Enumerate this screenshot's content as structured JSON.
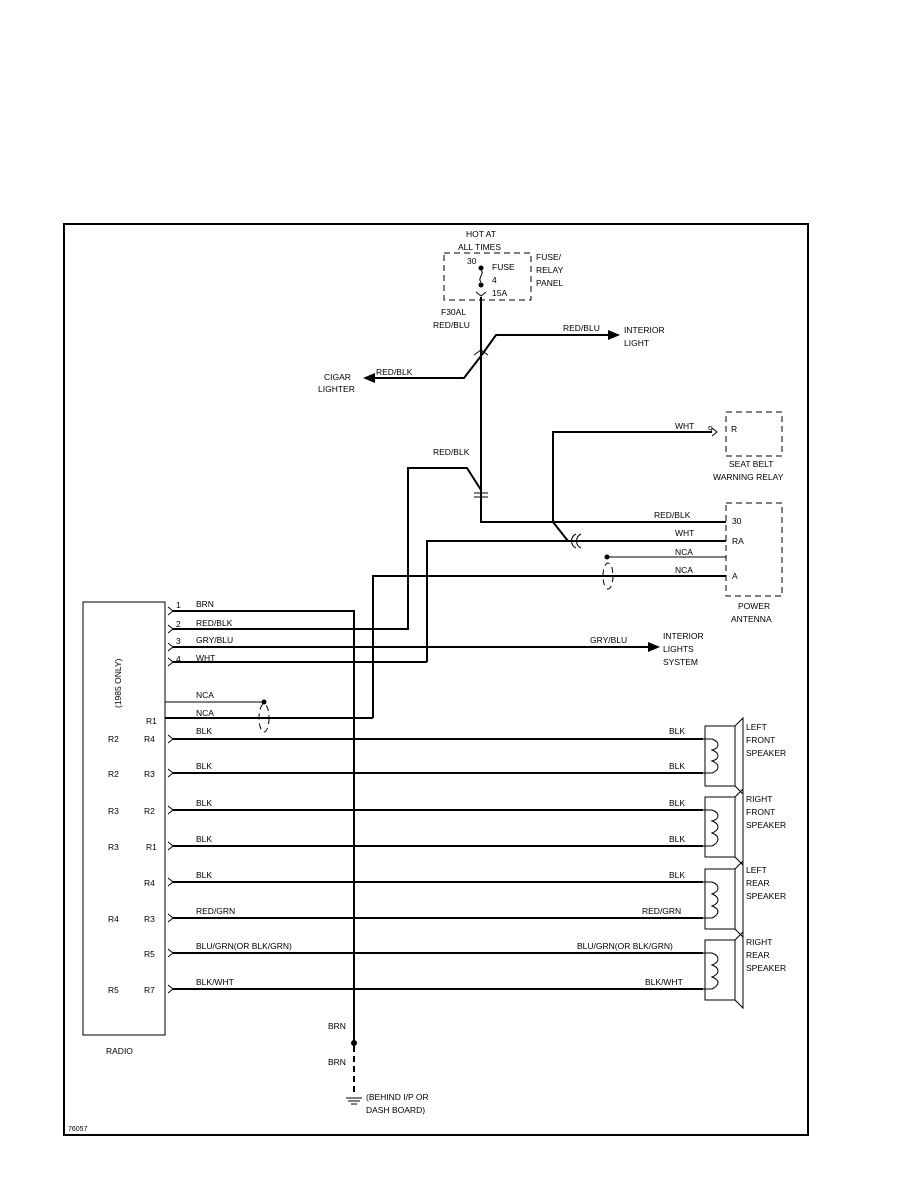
{
  "header": {
    "hot": [
      "HOT AT",
      "ALL TIMES"
    ],
    "fuse_panel": [
      "FUSE/",
      "RELAY",
      "PANEL"
    ],
    "fuse_terminal": "30",
    "fuse_label": [
      "FUSE",
      "4",
      "15A"
    ],
    "f30al": "F30AL",
    "main_wire": "RED/BLU"
  },
  "branches": {
    "interior_light": {
      "wire": "RED/BLU",
      "label": [
        "INTERIOR",
        "LIGHT"
      ]
    },
    "cigar_lighter": {
      "wire": "RED/BLK",
      "label": [
        "CIGAR",
        "LIGHTER"
      ]
    },
    "red_blk_splice": "RED/BLK"
  },
  "seat_belt": {
    "wire": "WHT",
    "pin": "9",
    "terminal": "R",
    "label": [
      "SEAT BELT",
      "WARNING RELAY"
    ]
  },
  "antenna": {
    "wires": [
      "RED/BLK",
      "WHT",
      "NCA",
      "NCA"
    ],
    "terminals": [
      "30",
      "RA",
      "",
      "A"
    ],
    "label": [
      "POWER",
      "ANTENNA"
    ]
  },
  "radio": {
    "label": "RADIO",
    "note": "(1985 ONLY)",
    "pins": [
      {
        "num": "1",
        "wire": "BRN"
      },
      {
        "num": "2",
        "wire": "RED/BLK"
      },
      {
        "num": "3",
        "wire": "GRY/BLU"
      },
      {
        "num": "4",
        "wire": "WHT"
      }
    ],
    "nca": [
      "NCA",
      "NCA"
    ],
    "r1": "R1"
  },
  "interior_lights_system": {
    "wire": "GRY/BLU",
    "label": [
      "INTERIOR",
      "LIGHTS",
      "SYSTEM"
    ]
  },
  "speaker_rows": [
    {
      "left_code": "R2",
      "right_code": "R4",
      "wire": "BLK",
      "end_wire": "BLK"
    },
    {
      "left_code": "R2",
      "right_code": "R3",
      "wire": "BLK",
      "end_wire": "BLK"
    },
    {
      "left_code": "R3",
      "right_code": "R2",
      "wire": "BLK",
      "end_wire": "BLK"
    },
    {
      "left_code": "R3",
      "right_code": "R1",
      "wire": "BLK",
      "end_wire": "BLK"
    },
    {
      "left_code": "",
      "right_code": "R4",
      "wire": "BLK",
      "end_wire": "BLK"
    },
    {
      "left_code": "R4",
      "right_code": "R3",
      "wire": "RED/GRN",
      "end_wire": "RED/GRN"
    },
    {
      "left_code": "",
      "right_code": "R5",
      "wire": "BLU/GRN(OR BLK/GRN)",
      "end_wire": "BLU/GRN(OR BLK/GRN)"
    },
    {
      "left_code": "R5",
      "right_code": "R7",
      "wire": "BLK/WHT",
      "end_wire": "BLK/WHT"
    }
  ],
  "speakers": [
    [
      "LEFT",
      "FRONT",
      "SPEAKER"
    ],
    [
      "RIGHT",
      "FRONT",
      "SPEAKER"
    ],
    [
      "LEFT",
      "REAR",
      "SPEAKER"
    ],
    [
      "RIGHT",
      "REAR",
      "SPEAKER"
    ]
  ],
  "ground": {
    "wire_top": "BRN",
    "wire_bottom": "BRN",
    "label": [
      "(BEHIND I/P OR",
      "DASH BOARD)"
    ]
  },
  "figure_id": "76057"
}
